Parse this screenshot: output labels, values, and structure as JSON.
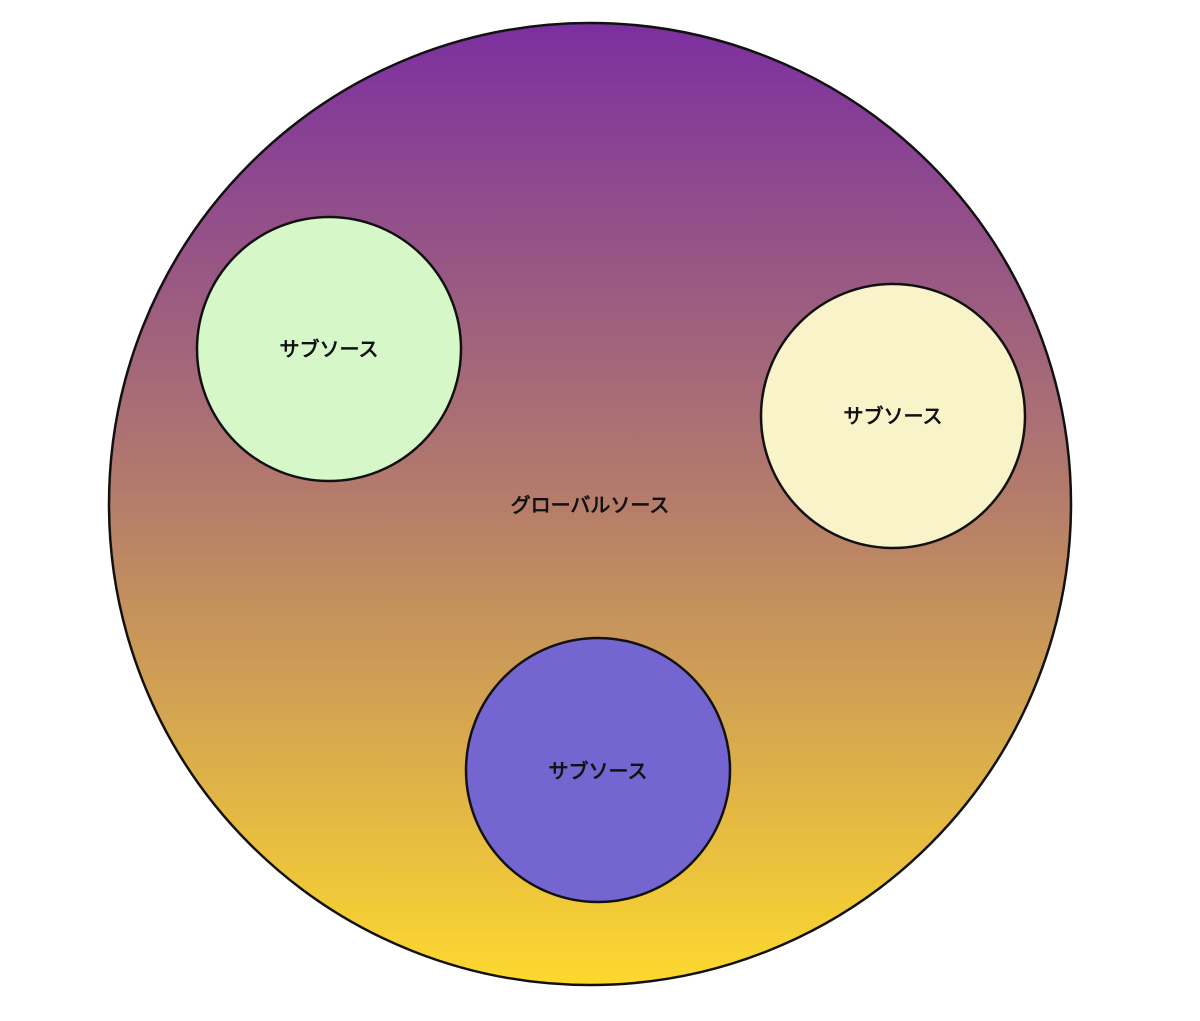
{
  "diagram": {
    "global": {
      "label": "グローバルソース",
      "gradient_top": "#7b2fa0",
      "gradient_mid": "#b57d6a",
      "gradient_bottom": "#fdd92e"
    },
    "sub_sources": [
      {
        "label": "サブソース",
        "fill": "#d6f8c8"
      },
      {
        "label": "サブソース",
        "fill": "#f8f3c8"
      },
      {
        "label": "サブソース",
        "fill": "#7465d1"
      }
    ]
  }
}
